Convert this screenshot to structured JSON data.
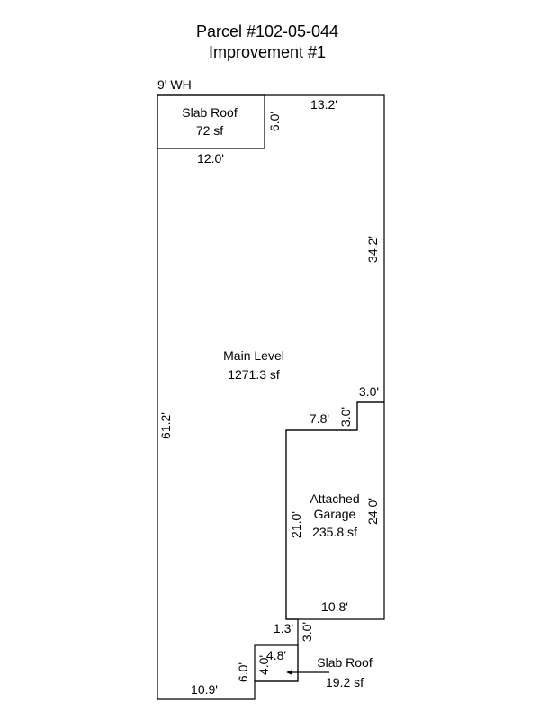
{
  "title": {
    "line1": "Parcel #102-05-044",
    "line2": "Improvement #1"
  },
  "wall_height": "9' WH",
  "areas": {
    "slab_roof_top": {
      "name": "Slab Roof",
      "area": "72 sf"
    },
    "main_level": {
      "name": "Main Level",
      "area": "1271.3 sf"
    },
    "garage": {
      "name_line1": "Attached",
      "name_line2": "Garage",
      "area": "235.8 sf"
    },
    "slab_roof_bottom": {
      "name": "Slab Roof",
      "area": "19.2 sf"
    }
  },
  "dimensions": {
    "top_right": "13.2'",
    "slab_top_side": "6.0'",
    "slab_top_bottom": "12.0'",
    "right_upper": "34.2'",
    "notch_top": "3.0'",
    "notch_side": "3.0'",
    "garage_top": "7.8'",
    "left": "61.2'",
    "garage_left": "21.0'",
    "garage_right": "24.0'",
    "garage_bottom": "10.8'",
    "step_small": "1.3'",
    "step_side": "3.0'",
    "slab_small_top": "4.8'",
    "slab_small_side": "4.0'",
    "bottom_step_side": "6.0'",
    "bottom": "10.9'"
  }
}
